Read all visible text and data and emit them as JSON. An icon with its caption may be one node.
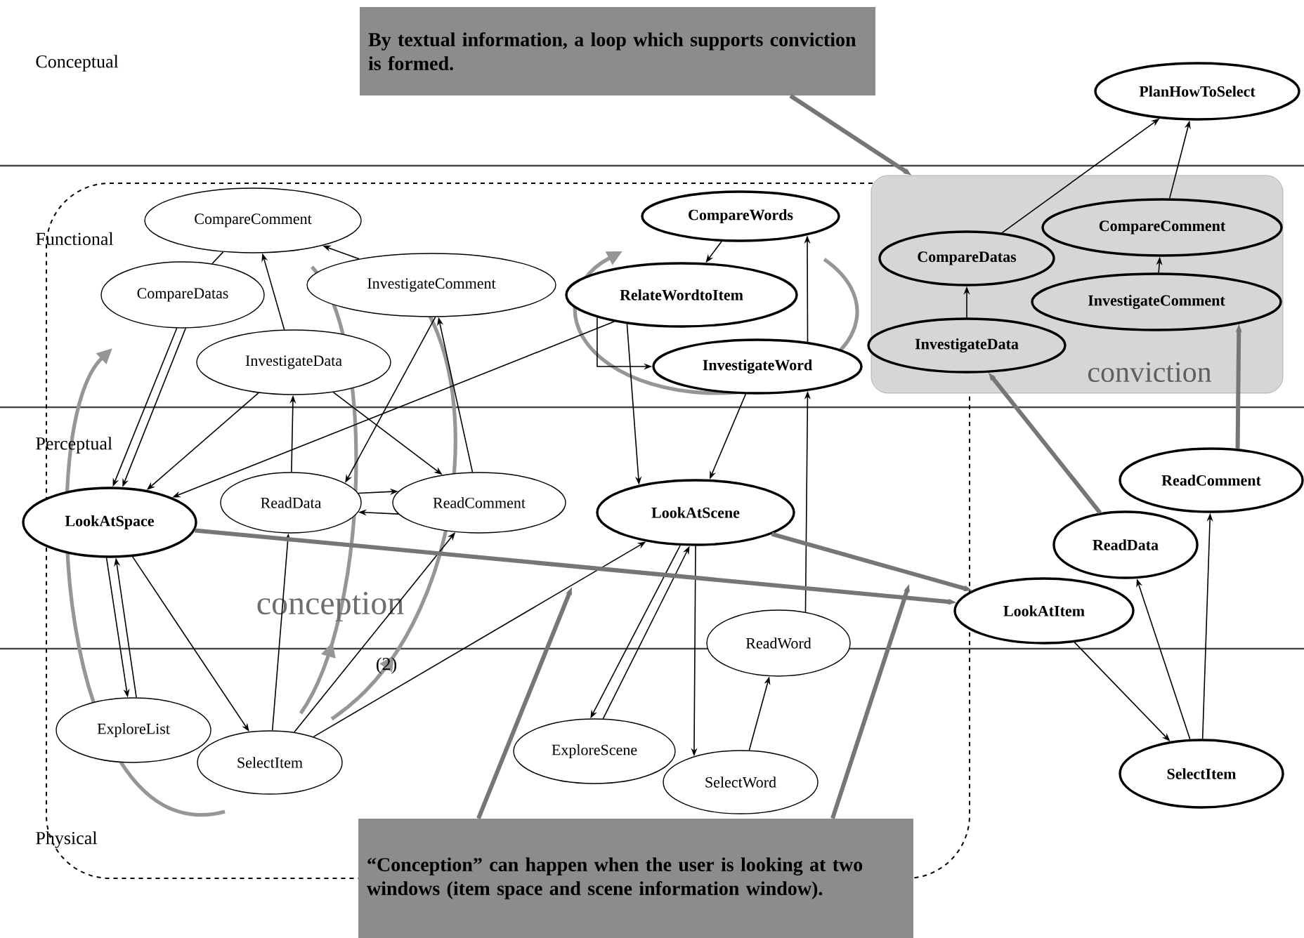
{
  "diagram": {
    "nodes": [
      {
        "text": [
          "conception"
        ]
      },
      {
        "text": [
          "CompareComment"
        ],
        "in": 0
      },
      {
        "text": [
          "CompareDatas"
        ],
        "in": 0
      },
      {
        "text": [
          "InvestigateComment"
        ],
        "in": 0
      },
      {
        "text": [
          "InvestigateData"
        ],
        "in": 0
      },
      {
        "text": [
          "LookAtSpace"
        ],
        "in": 0
      },
      {
        "text": [
          "ReadData"
        ],
        "in": 0
      },
      {
        "text": [
          "ReadComment"
        ],
        "in": 0
      },
      {
        "text": [
          "CompareWords"
        ],
        "in": 0
      },
      {
        "text": [
          "RelateWordtoItem"
        ],
        "in": 0
      },
      {
        "text": [
          "InvestigateWord"
        ],
        "in": 0
      },
      {
        "text": [
          "LookAtScene"
        ],
        "in": 0
      },
      {
        "text": [
          "ReadWord"
        ],
        "in": 0
      },
      {
        "text": [
          "ExploreList"
        ],
        "in": 0
      },
      {
        "text": [
          "SelectItem"
        ],
        "in": 0
      },
      {
        "text": [
          "ExploreScene"
        ],
        "in": 0
      },
      {
        "text": [
          "SelectWord"
        ],
        "in": 0
      },
      {
        "text": [
          "By textual information, a loop which supports conviction is formed."
        ]
      },
      {
        "text": [
          "PlanHowToSelect"
        ]
      },
      {
        "text": [
          "conviction"
        ]
      },
      {
        "text": [
          "CompareComment"
        ],
        "in": 19
      },
      {
        "text": [
          "CompareDatas"
        ],
        "in": 19
      },
      {
        "text": [
          "InvestigateComment"
        ],
        "in": 19
      },
      {
        "text": [
          "InvestigateData"
        ],
        "in": 19
      },
      {
        "text": [
          "ReadComment"
        ]
      },
      {
        "text": [
          "ReadData"
        ]
      },
      {
        "text": [
          "LookAtItem"
        ]
      },
      {
        "text": [
          "SelectItem"
        ]
      },
      {
        "text": [
          "“Conception” can happen when the user is looking at two windows (item space and scene information window)."
        ]
      }
    ],
    "edges": [
      {
        "from": 1,
        "to": 2,
        "arrow": "none"
      },
      {
        "from": 2,
        "to": 5,
        "arrow": "to"
      },
      {
        "from": 2,
        "to": 5,
        "arrow": "to"
      },
      {
        "from": 4,
        "to": 5,
        "arrow": "to"
      },
      {
        "from": 4,
        "to": 1,
        "arrow": "to"
      },
      {
        "from": 3,
        "to": 1,
        "arrow": "to"
      },
      {
        "from": 9,
        "to": 5,
        "arrow": "to"
      },
      {
        "from": 6,
        "to": 4,
        "arrow": "to"
      },
      {
        "from": 4,
        "to": 7,
        "arrow": "to"
      },
      {
        "from": 3,
        "to": 6,
        "arrow": "to"
      },
      {
        "from": 7,
        "to": 3,
        "arrow": "to"
      },
      {
        "from": 6,
        "to": 7,
        "arrow": "to"
      },
      {
        "from": 7,
        "to": 6,
        "arrow": "to"
      },
      {
        "from": 5,
        "to": 13,
        "arrow": "to"
      },
      {
        "from": 13,
        "to": 5,
        "arrow": "to"
      },
      {
        "from": 5,
        "to": 14,
        "arrow": "to"
      },
      {
        "from": 14,
        "to": 6,
        "arrow": "to"
      },
      {
        "from": 14,
        "to": 7,
        "arrow": "to"
      },
      {
        "from": 14,
        "to": 11,
        "arrow": "to"
      },
      {
        "from": 8,
        "to": 9,
        "arrow": "to"
      },
      {
        "from": 9,
        "to": 10,
        "arrow": "to"
      },
      {
        "from": 10,
        "to": 8,
        "arrow": "to"
      },
      {
        "from": 9,
        "to": 11,
        "arrow": "to"
      },
      {
        "from": 10,
        "to": 11,
        "arrow": "to"
      },
      {
        "from": 11,
        "to": 15,
        "arrow": "to"
      },
      {
        "from": 15,
        "to": 11,
        "arrow": "to"
      },
      {
        "from": 11,
        "to": 16,
        "arrow": "to"
      },
      {
        "from": 16,
        "to": 12,
        "arrow": "to"
      },
      {
        "from": 12,
        "to": 10,
        "arrow": "to"
      },
      {
        "from": 5,
        "to": 26,
        "arrow": "to",
        "style": "thick",
        "color": "#767676"
      },
      {
        "from": 11,
        "to": 26,
        "arrow": "to",
        "style": "thick",
        "color": "#767676"
      },
      {
        "from": 26,
        "to": 27,
        "arrow": "to"
      },
      {
        "from": 27,
        "to": 25,
        "arrow": "to"
      },
      {
        "from": 27,
        "to": 24,
        "arrow": "to"
      },
      {
        "from": 25,
        "to": 23,
        "arrow": "to",
        "style": "thick",
        "color": "#767676"
      },
      {
        "from": 24,
        "to": 22,
        "arrow": "to",
        "style": "thick",
        "color": "#767676"
      },
      {
        "from": 23,
        "to": 21,
        "arrow": "to"
      },
      {
        "from": 22,
        "to": 20,
        "arrow": "to"
      },
      {
        "from": 21,
        "to": 18,
        "arrow": "to"
      },
      {
        "from": 20,
        "to": 18,
        "arrow": "to"
      },
      {
        "from": 17,
        "to": 19,
        "arrow": "to",
        "style": "thick",
        "color": "#767676"
      },
      {
        "from": 28,
        "to": null,
        "arrow": "to",
        "style": "thick",
        "color": "#767676"
      },
      {
        "from": 28,
        "to": null,
        "arrow": "to",
        "style": "thick",
        "color": "#767676"
      }
    ],
    "labels": [
      "Conceptual",
      "Functional",
      "Perceptual",
      "(2)",
      "Physical"
    ]
  }
}
